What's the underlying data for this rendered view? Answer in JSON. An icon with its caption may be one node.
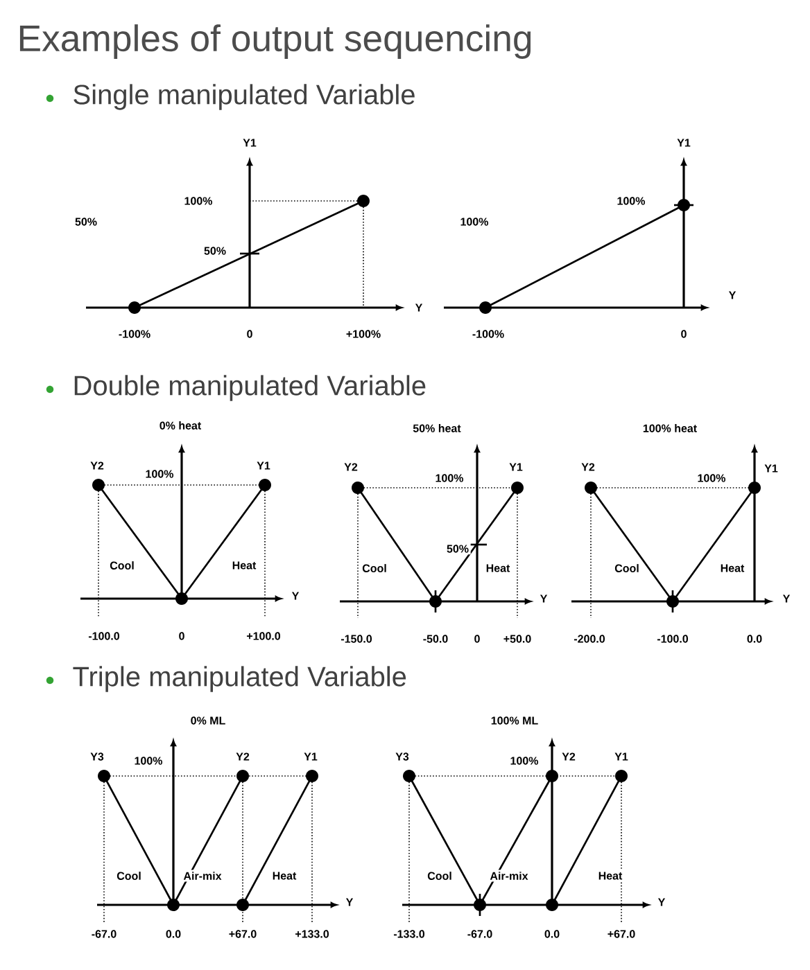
{
  "diagram": {
    "title": "Examples of output sequencing",
    "labels": [
      "Single manipulated Variable",
      "Y1",
      "100%",
      "50%",
      "50%",
      "Y",
      "-100%",
      "0",
      "+100%",
      "Y1",
      "100%",
      "100%",
      "Y",
      "-100%",
      "0",
      "Double manipulated Variable",
      "0% heat",
      "Y2",
      "100%",
      "Y1",
      "Cool",
      "Heat",
      "Y",
      "-100.0",
      "0",
      "+100.0",
      "50% heat",
      "Y2",
      "100%",
      "Y1",
      "50%",
      "Cool",
      "Heat",
      "Y",
      "-150.0",
      "-50.0",
      "0",
      "+50.0",
      "100% heat",
      "Y2",
      "100%",
      "Y1",
      "Cool",
      "Heat",
      "Y",
      "-200.0",
      "-100.0",
      "0.0",
      "Triple manipulated Variable",
      "0% ML",
      "Y3",
      "100%",
      "Y2",
      "Y1",
      "Cool",
      "Air-mix",
      "Heat",
      "Y",
      "-67.0",
      "0.0",
      "+67.0",
      "+133.0",
      "100% ML",
      "Y3",
      "100%",
      "Y2",
      "Y1",
      "Cool",
      "Air-mix",
      "Heat",
      "Y",
      "-133.0",
      "-67.0",
      "0.0",
      "+67.0"
    ]
  }
}
